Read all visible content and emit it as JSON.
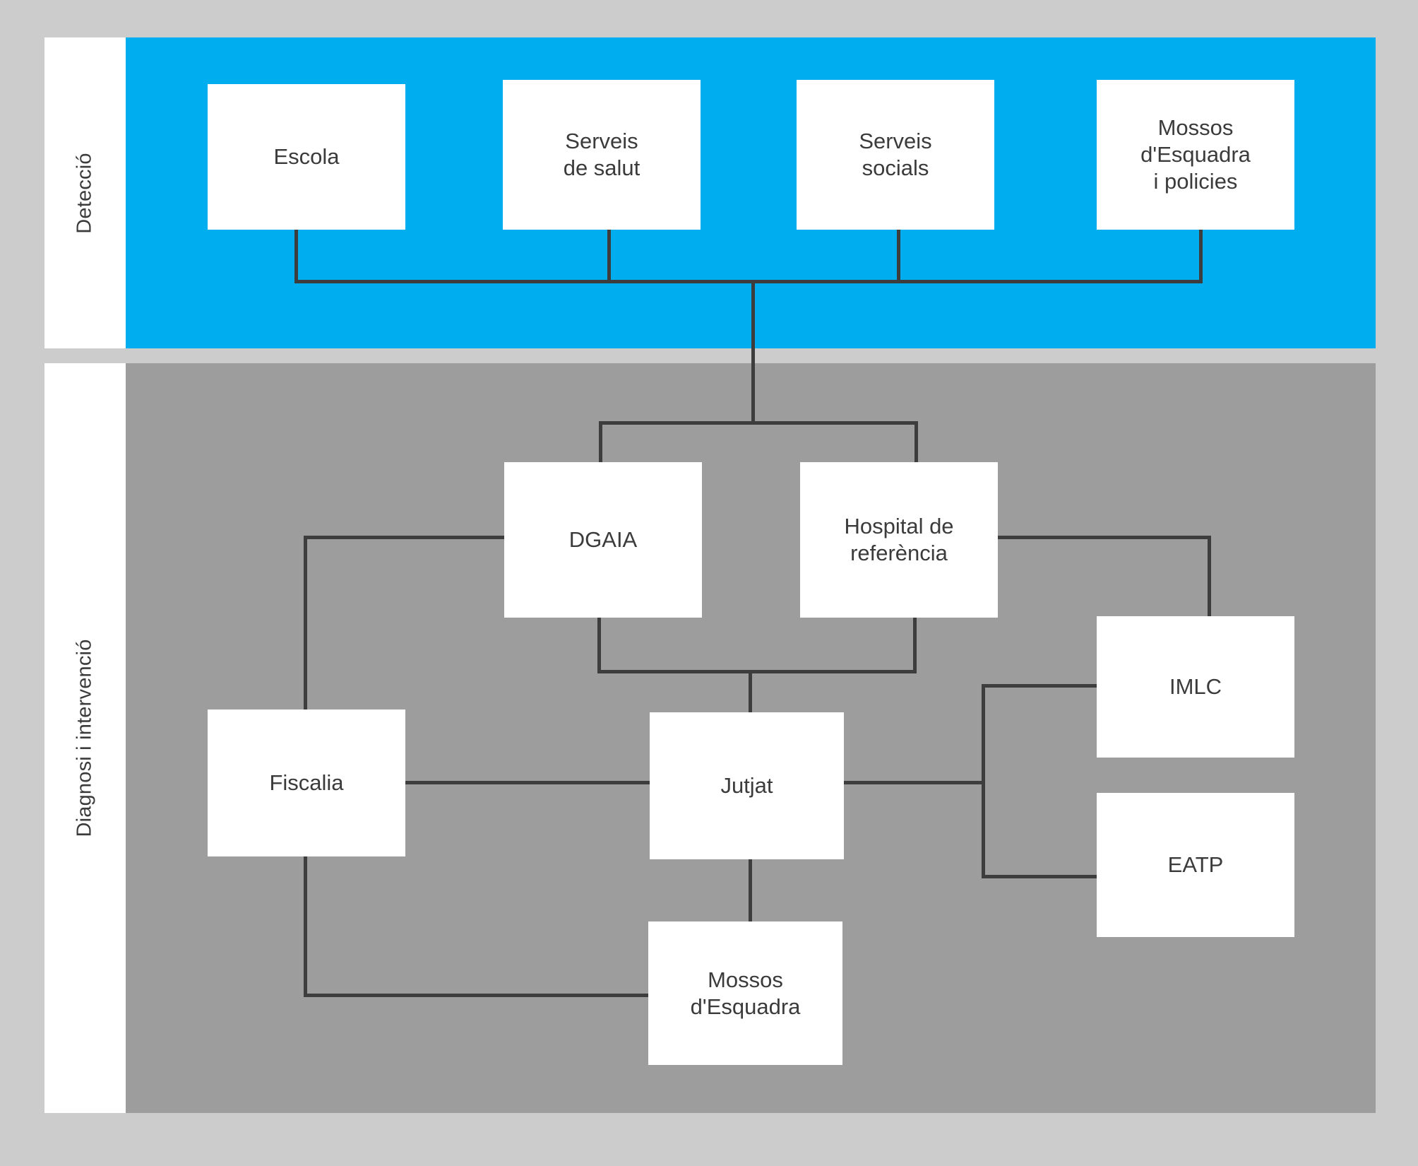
{
  "diagram": {
    "title_hidden": "",
    "colors": {
      "canvas": "#cccccc",
      "detection_panel": "#00aeef",
      "diagnosis_panel": "#9d9d9d",
      "node_fill": "#ffffff",
      "text": "#3b3b3b",
      "connector": "#3d3d3d"
    },
    "lanes": [
      {
        "id": "deteccio",
        "label": "Detecció"
      },
      {
        "id": "diagnosi",
        "label": "Diagnosi i intervenció"
      }
    ],
    "nodes": {
      "escola": {
        "label": "Escola"
      },
      "serveis_salut": {
        "line1": "Serveis",
        "line2": "de salut"
      },
      "serveis_socials": {
        "line1": "Serveis",
        "line2": "socials"
      },
      "mossos_policies": {
        "line1": "Mossos",
        "line2": "d'Esquadra",
        "line3": "i policies"
      },
      "dgaia": {
        "label": "DGAIA"
      },
      "hospital": {
        "line1": "Hospital de",
        "line2": "referència"
      },
      "imlc": {
        "label": "IMLC"
      },
      "eatp": {
        "label": "EATP"
      },
      "fiscalia": {
        "label": "Fiscalia"
      },
      "jutjat": {
        "label": "Jutjat"
      },
      "mossos": {
        "line1": "Mossos",
        "line2": "d'Esquadra"
      }
    }
  }
}
